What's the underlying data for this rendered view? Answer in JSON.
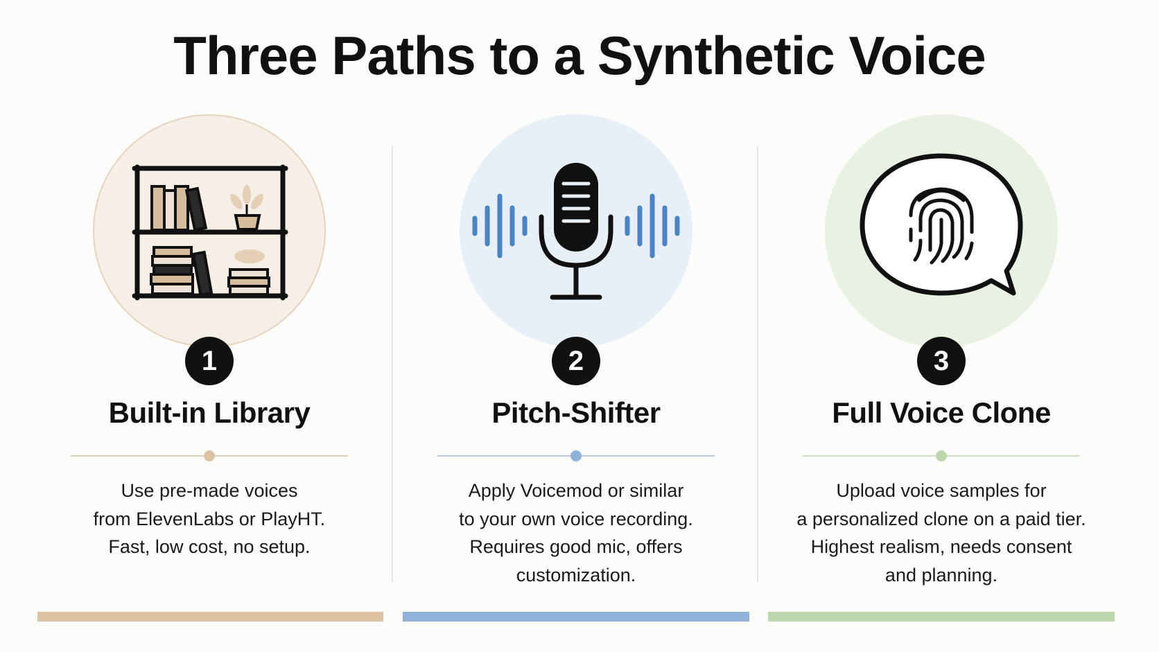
{
  "title": "Three Paths to a Synthetic Voice",
  "colors": {
    "tan": "#dcc2a2",
    "tan_bg": "#f5efe8",
    "tan_ring": "#e8d3bd",
    "blue": "#8fb2dd",
    "blue_bg": "#e8eff7",
    "blue_icon": "#4a84c8",
    "green": "#bcd7ad",
    "green_bg": "#e9f0e4"
  },
  "paths": [
    {
      "number": "1",
      "heading": "Built-in Library",
      "icon": "bookshelf-icon",
      "description": [
        "Use pre-made voices",
        "from ElevenLabs or PlayHT.",
        "Fast, low cost, no setup."
      ]
    },
    {
      "number": "2",
      "heading": "Pitch-Shifter",
      "icon": "microphone-icon",
      "description": [
        "Apply Voicemod or similar",
        "to your own voice recording.",
        "Requires good mic, offers",
        "customization."
      ]
    },
    {
      "number": "3",
      "heading": "Full Voice Clone",
      "icon": "fingerprint-speech-bubble-icon",
      "description": [
        "Upload voice samples for",
        "a personalized clone on a paid tier.",
        "Highest realism, needs consent",
        "and planning."
      ]
    }
  ]
}
